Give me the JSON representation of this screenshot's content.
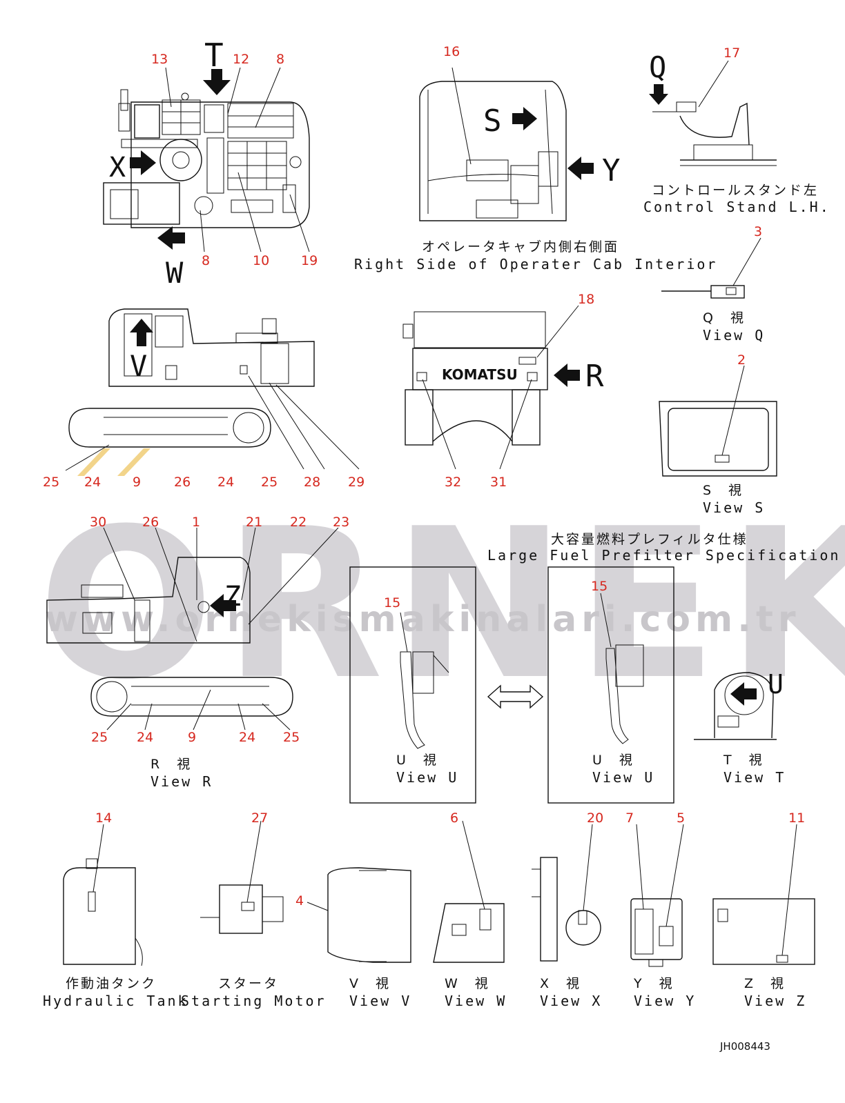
{
  "watermark": {
    "brand": "ORNEK",
    "url": "www.ornekismakinalari.com.tr"
  },
  "view_letters": {
    "T": "T",
    "X": "X",
    "W": "W",
    "S": "S",
    "Y": "Y",
    "Q": "Q",
    "V": "V",
    "R": "R",
    "Z": "Z",
    "U": "U"
  },
  "captions": {
    "cab_interior_jp": "オペレータキャブ内側右側面",
    "cab_interior_en": "Right Side of Operater Cab Interior",
    "control_stand_jp": "コントロールスタンド左",
    "control_stand_en": "Control Stand L.H.",
    "view_q_jp": "Q　視",
    "view_q_en": "View Q",
    "view_s_jp": "S　視",
    "view_s_en": "View S",
    "prefilter_jp": "大容量燃料プレフィルタ仕様",
    "prefilter_en": "Large Fuel Prefilter Specification",
    "view_r_jp": "R　視",
    "view_r_en": "View R",
    "view_u1_jp": "U　視",
    "view_u1_en": "View U",
    "view_u2_jp": "U　視",
    "view_u2_en": "View U",
    "view_t_jp": "T　視",
    "view_t_en": "View T",
    "hyd_tank_jp": "作動油タンク",
    "hyd_tank_en": "Hydraulic Tank",
    "starter_jp": "スタータ",
    "starter_en": "Starting Motor",
    "view_v_jp": "V　視",
    "view_v_en": "View V",
    "view_w_jp": "W　視",
    "view_w_en": "View W",
    "view_x_jp": "X　視",
    "view_x_en": "View X",
    "view_y_jp": "Y　視",
    "view_y_en": "View Y",
    "view_z_jp": "Z　視",
    "view_z_en": "View Z",
    "drawing_number": "JH008443",
    "brand_plate": "KOMATSU"
  },
  "callouts": {
    "top_13": "13",
    "top_12": "12",
    "top_8a": "8",
    "top_8b": "8",
    "top_10": "10",
    "top_19": "19",
    "cab_16": "16",
    "cs_17": "17",
    "q_3": "3",
    "rear_18": "18",
    "s_2": "2",
    "side_25a": "25",
    "side_24a": "24",
    "side_9": "9",
    "side_26": "26",
    "side_24b": "24",
    "side_25b": "25",
    "side_28": "28",
    "side_29": "29",
    "rear_32": "32",
    "rear_31": "31",
    "r_30": "30",
    "r_26": "26",
    "r_1": "1",
    "r_21": "21",
    "r_22": "22",
    "r_23": "23",
    "r_25a": "25",
    "r_24a": "24",
    "r_9": "9",
    "r_24b": "24",
    "r_25b": "25",
    "u_15a": "15",
    "u_15b": "15",
    "ht_14": "14",
    "sm_27": "27",
    "v_4": "4",
    "w_6": "6",
    "x_20": "20",
    "y_7": "7",
    "y_5": "5",
    "z_11": "11"
  },
  "colors": {
    "callout": "#d6281f",
    "line": "#111111",
    "watermark": "#d6d4d8",
    "watermark_accent": "#f2d48a"
  }
}
